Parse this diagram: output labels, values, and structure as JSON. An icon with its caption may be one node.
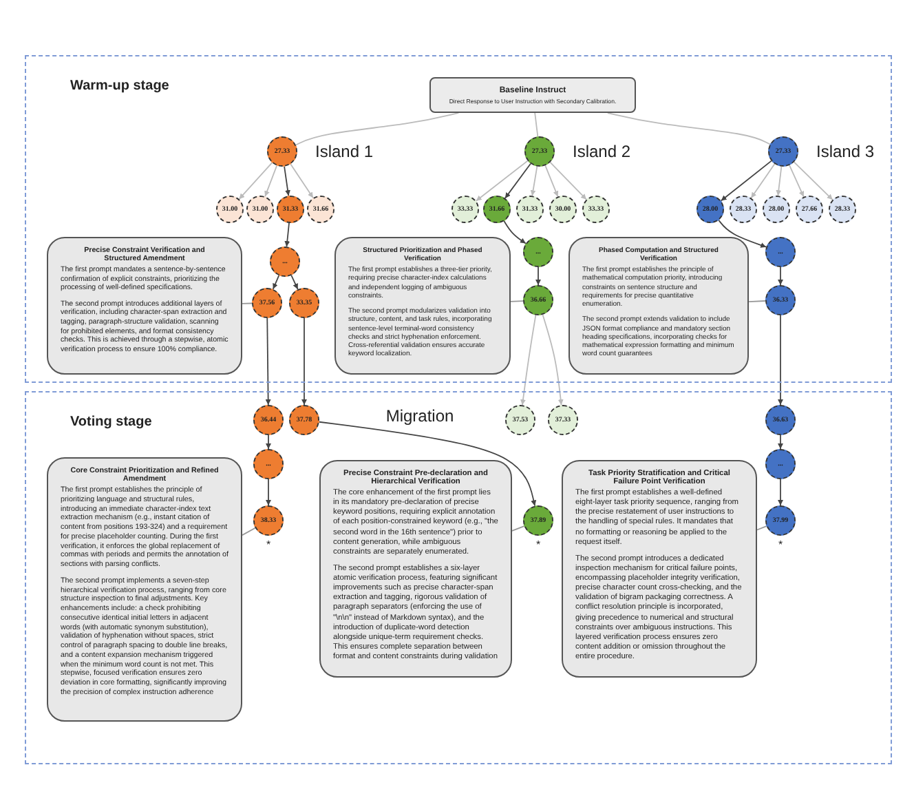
{
  "diagram": {
    "nodes": [
      {
        "text": [
          "Warm-up stage"
        ]
      },
      {
        "text": [
          "Baseline Instruct",
          "Direct Response to User Instruction with Secondary Calibration."
        ],
        "in": 0
      },
      {
        "text": [
          "27.33"
        ],
        "beside": [
          "Island 1"
        ],
        "in": 0
      },
      {
        "text": [
          "31.00"
        ],
        "in": 0
      },
      {
        "text": [
          "31.00"
        ],
        "in": 0
      },
      {
        "text": [
          "31.33"
        ],
        "in": 0
      },
      {
        "text": [
          "31.66"
        ],
        "in": 0
      },
      {
        "text": [
          "27.33"
        ],
        "beside": [
          "Island 2"
        ],
        "in": 0
      },
      {
        "text": [
          "33.33"
        ],
        "in": 0
      },
      {
        "text": [
          "31.66"
        ],
        "in": 0
      },
      {
        "text": [
          "31.33"
        ],
        "in": 0
      },
      {
        "text": [
          "30.00"
        ],
        "in": 0
      },
      {
        "text": [
          "33.33"
        ],
        "in": 0
      },
      {
        "text": [
          "27.33"
        ],
        "beside": [
          "Island 3"
        ],
        "in": 0
      },
      {
        "text": [
          "28.00"
        ],
        "in": 0
      },
      {
        "text": [
          "28.33"
        ],
        "in": 0
      },
      {
        "text": [
          "28.00"
        ],
        "in": 0
      },
      {
        "text": [
          "27.66"
        ],
        "in": 0
      },
      {
        "text": [
          "28.33"
        ],
        "in": 0
      },
      {
        "text": [
          "..."
        ],
        "in": 0
      },
      {
        "text": [
          "37.56"
        ],
        "in": 0
      },
      {
        "text": [
          "33.35"
        ],
        "in": 0
      },
      {
        "text": [
          "Precise Constraint Verification and Structured Amendment",
          "The first prompt mandates a sentence-by-sentence confirmation of explicit constraints, prioritizing the processing of well-defined specifications.",
          "The second prompt introduces additional layers of verification, including character-span extraction and tagging, paragraph-structure validation, scanning for prohibited elements, and format consistency checks. This is achieved through a stepwise, atomic verification process to ensure 100% compliance."
        ],
        "in": 0
      },
      {
        "text": [
          "..."
        ],
        "in": 0
      },
      {
        "text": [
          "36.66"
        ],
        "in": 0
      },
      {
        "text": [
          "Structured Prioritization and Phased Verification",
          "The first prompt establishes a three-tier priority, requiring precise character-index calculations and independent logging of ambiguous constraints.",
          "The second prompt modularizes validation into structure, content, and task rules, incorporating sentence-level terminal-word consistency checks and strict hyphenation enforcement. Cross-referential validation ensures accurate keyword localization."
        ],
        "in": 0
      },
      {
        "text": [
          "..."
        ],
        "in": 0
      },
      {
        "text": [
          "36.33"
        ],
        "in": 0
      },
      {
        "text": [
          "Phased Computation and Structured Verification",
          "The first prompt establishes the principle of mathematical computation priority, introducing constraints on sentence structure and requirements for precise quantitative enumeration.",
          "The second prompt extends validation to include JSON format compliance and mandatory section heading specifications, incorporating checks for mathematical expression formatting and minimum word count guarantees"
        ],
        "in": 0
      },
      {
        "text": [
          "Voting stage"
        ]
      },
      {
        "text": [
          "36.44"
        ],
        "in": 29
      },
      {
        "text": [
          "37.78"
        ],
        "in": 29
      },
      {
        "text": [
          "..."
        ],
        "in": 29
      },
      {
        "text": [
          "38.33"
        ],
        "in": 29
      },
      {
        "text": [
          "Core Constraint Prioritization and Refined Amendment",
          "The first prompt establishes the principle of prioritizing language and structural rules, introducing an immediate character-index text extraction mechanism (e.g., instant citation of content from positions 193-324) and a requirement for precise placeholder counting. During the first verification, it enforces the global replacement of commas with periods and permits the annotation of sections with parsing conflicts.",
          "The second prompt implements a seven-step hierarchical verification process, ranging from core structure inspection to final adjustments. Key enhancements include: a check prohibiting consecutive identical initial letters in adjacent words (with automatic synonym substitution), validation of hyphenation without spaces, strict control of paragraph spacing to double line breaks, and a content expansion mechanism triggered when the minimum word count is not met. This stepwise, focused verification ensures zero deviation in core formatting, significantly improving the precision of complex instruction adherence"
        ],
        "in": 29
      },
      {
        "text": [
          "37.53"
        ],
        "in": 29
      },
      {
        "text": [
          "37.33"
        ],
        "in": 29
      },
      {
        "text": [
          "37.89"
        ],
        "in": 29
      },
      {
        "text": [
          "Precise Constraint Pre-declaration and Hierarchical Verification",
          "The core enhancement of the first prompt lies in its mandatory pre-declaration of precise keyword positions, requiring explicit annotation of each position-constrained keyword (e.g., \"the second word in the 16th sentence\") prior to content generation, while ambiguous constraints are separately enumerated.",
          "The second prompt establishes a six-layer atomic verification process, featuring significant improvements such as precise character-span extraction and tagging, rigorous validation of paragraph separators (enforcing the use of \"\\n\\n\" instead of Markdown syntax), and the introduction of duplicate-word detection alongside unique-term requirement checks. This ensures complete separation between format and content constraints during validation"
        ],
        "in": 29
      },
      {
        "text": [
          "36.63"
        ],
        "in": 29
      },
      {
        "text": [
          "..."
        ],
        "in": 29
      },
      {
        "text": [
          "37.99"
        ],
        "in": 29
      },
      {
        "text": [
          "Task Priority Stratification and Critical Failure Point Verification",
          "The first prompt establishes a well-defined eight-layer task priority sequence, ranging from the precise restatement of user instructions to the handling of special rules. It mandates that no formatting or reasoning be applied to the request itself.",
          "The second prompt introduces a dedicated inspection mechanism for critical failure points, encompassing placeholder integrity verification, precise character count cross-checking, and the validation of bigram packaging correctness. A conflict resolution principle is incorporated, giving precedence to numerical and structural constraints over ambiguous instructions. This layered verification process ensures zero content addition or omission throughout the entire procedure."
        ],
        "in": 29
      }
    ],
    "edges": [
      {
        "from": 1,
        "to": 2,
        "arrow": "none",
        "color": "#bbbbbb"
      },
      {
        "from": 1,
        "to": 7,
        "arrow": "none",
        "color": "#bbbbbb"
      },
      {
        "from": 1,
        "to": 13,
        "arrow": "none",
        "color": "#bbbbbb"
      },
      {
        "from": 2,
        "to": 3,
        "arrow": "to",
        "color": "#bbbbbb"
      },
      {
        "from": 2,
        "to": 4,
        "arrow": "to",
        "color": "#bbbbbb"
      },
      {
        "from": 2,
        "to": 5,
        "arrow": "to"
      },
      {
        "from": 2,
        "to": 6,
        "arrow": "to",
        "color": "#bbbbbb"
      },
      {
        "from": 7,
        "to": 8,
        "arrow": "to",
        "color": "#bbbbbb"
      },
      {
        "from": 7,
        "to": 9,
        "arrow": "to"
      },
      {
        "from": 7,
        "to": 10,
        "arrow": "to",
        "color": "#bbbbbb"
      },
      {
        "from": 7,
        "to": 11,
        "arrow": "to",
        "color": "#bbbbbb"
      },
      {
        "from": 7,
        "to": 12,
        "arrow": "to",
        "color": "#bbbbbb"
      },
      {
        "from": 13,
        "to": 14,
        "arrow": "to"
      },
      {
        "from": 13,
        "to": 15,
        "arrow": "to",
        "color": "#bbbbbb"
      },
      {
        "from": 13,
        "to": 16,
        "arrow": "to",
        "color": "#bbbbbb"
      },
      {
        "from": 13,
        "to": 17,
        "arrow": "to",
        "color": "#bbbbbb"
      },
      {
        "from": 13,
        "to": 18,
        "arrow": "to",
        "color": "#bbbbbb"
      },
      {
        "from": 5,
        "to": 19,
        "arrow": "to"
      },
      {
        "from": 19,
        "to": 20,
        "arrow": "to"
      },
      {
        "from": 19,
        "to": 21,
        "arrow": "to"
      },
      {
        "from": 9,
        "to": 23,
        "arrow": "to"
      },
      {
        "from": 23,
        "to": 24,
        "arrow": "to"
      },
      {
        "from": 14,
        "to": 26,
        "arrow": "to"
      },
      {
        "from": 26,
        "to": 27,
        "arrow": "to"
      },
      {
        "from": 22,
        "to": 20,
        "arrow": "none",
        "color": "#999999"
      },
      {
        "from": 25,
        "to": 24,
        "arrow": "none",
        "color": "#999999"
      },
      {
        "from": 28,
        "to": 27,
        "arrow": "none",
        "color": "#999999"
      },
      {
        "from": 20,
        "to": 30,
        "arrow": "to"
      },
      {
        "from": 21,
        "to": 31,
        "arrow": "to"
      },
      {
        "from": 24,
        "to": 35,
        "arrow": "to",
        "color": "#bbbbbb"
      },
      {
        "from": 24,
        "to": 36,
        "arrow": "to",
        "color": "#bbbbbb"
      },
      {
        "from": 27,
        "to": 39,
        "arrow": "to"
      },
      {
        "from": 30,
        "to": 32,
        "arrow": "to"
      },
      {
        "from": 32,
        "to": 33,
        "arrow": "to"
      },
      {
        "from": 31,
        "to": 37,
        "arrow": "to",
        "label": "Migration"
      },
      {
        "from": 39,
        "to": 40,
        "arrow": "to"
      },
      {
        "from": 40,
        "to": 41,
        "arrow": "to"
      },
      {
        "from": 34,
        "to": 33,
        "arrow": "none",
        "color": "#999999"
      },
      {
        "from": 38,
        "to": 37,
        "arrow": "none",
        "color": "#999999"
      },
      {
        "from": 42,
        "to": 41,
        "arrow": "none",
        "color": "#999999"
      }
    ],
    "labels": [
      "*",
      "*",
      "*"
    ]
  }
}
